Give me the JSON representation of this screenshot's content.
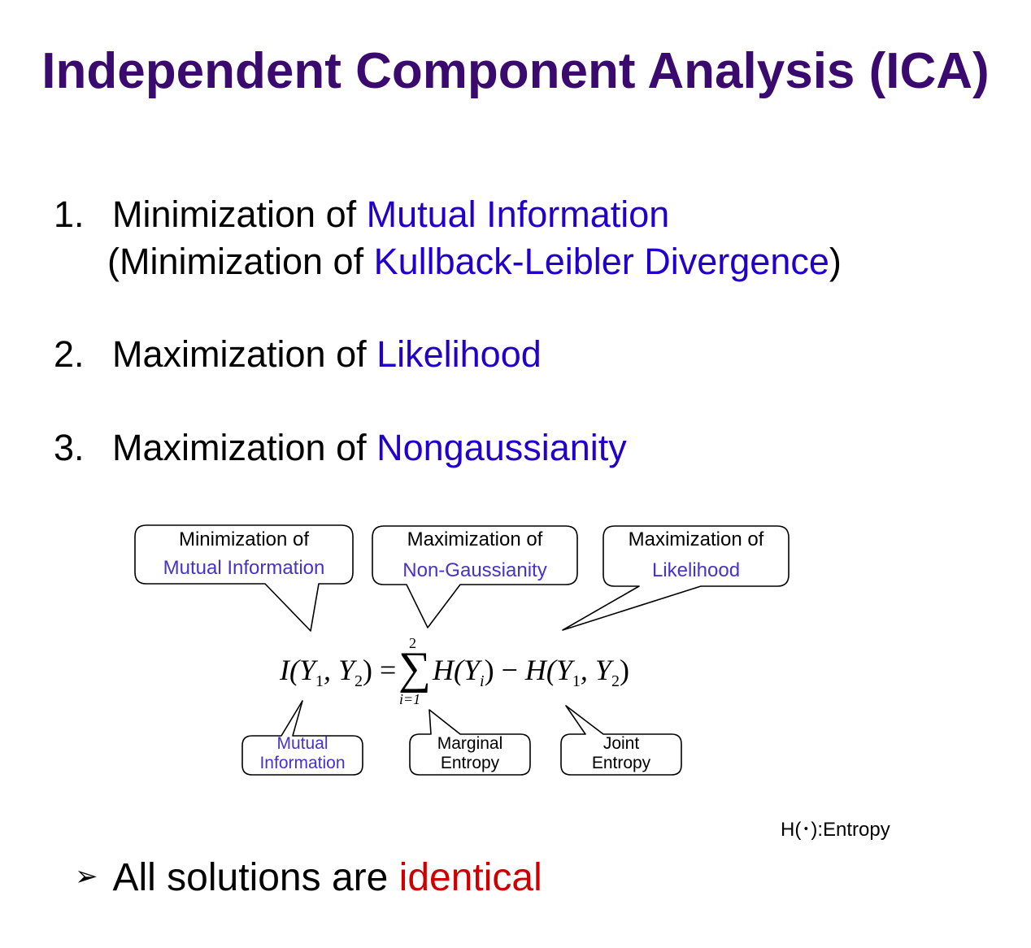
{
  "title": "Independent Component Analysis (ICA)",
  "items": [
    {
      "number": "1.",
      "prefix": "Minimization of ",
      "term": "Mutual Information",
      "sub_open": "(Minimization of ",
      "sub_term": "Kullback-Leibler Divergence",
      "sub_close": ")"
    },
    {
      "number": "2.",
      "prefix": "Maximization of ",
      "term": "Likelihood"
    },
    {
      "number": "3.",
      "prefix": "Maximization of ",
      "term": "Nongaussianity"
    }
  ],
  "callouts_top": [
    {
      "line1": "Minimization of",
      "line2": "Mutual Information"
    },
    {
      "line1": "Maximization of",
      "line2": "Non-Gaussianity"
    },
    {
      "line1": "Maximization of",
      "line2": "Likelihood"
    }
  ],
  "callouts_bottom": [
    {
      "line1": "Mutual",
      "line2": "Information"
    },
    {
      "line1": "Marginal",
      "line2": "Entropy"
    },
    {
      "line1": "Joint",
      "line2": "Entropy"
    }
  ],
  "equation": {
    "lhs_I": "I",
    "lhs_args": "(Y",
    "sub1": "1",
    "comma": ", Y",
    "sub2": "2",
    "lhs_close": ")",
    "equals": " = ",
    "sigma_upper": "2",
    "sigma_lower": "i=1",
    "term1": "H(Y",
    "term1_sub": "i",
    "term1_close": ")",
    "minus": " − ",
    "term2": "H(Y",
    "term2_sub1": "1",
    "term2_comma": ", Y",
    "term2_sub2": "2",
    "term2_close": ")"
  },
  "note": "H(･):Entropy",
  "conclusion": {
    "bullet": "➢",
    "prefix": "All solutions are ",
    "emphasis": "identical"
  },
  "colors": {
    "title": "#3a0a6e",
    "term": "#2200cc",
    "callout_term": "#4433cc",
    "emphasis": "#cc0000"
  }
}
